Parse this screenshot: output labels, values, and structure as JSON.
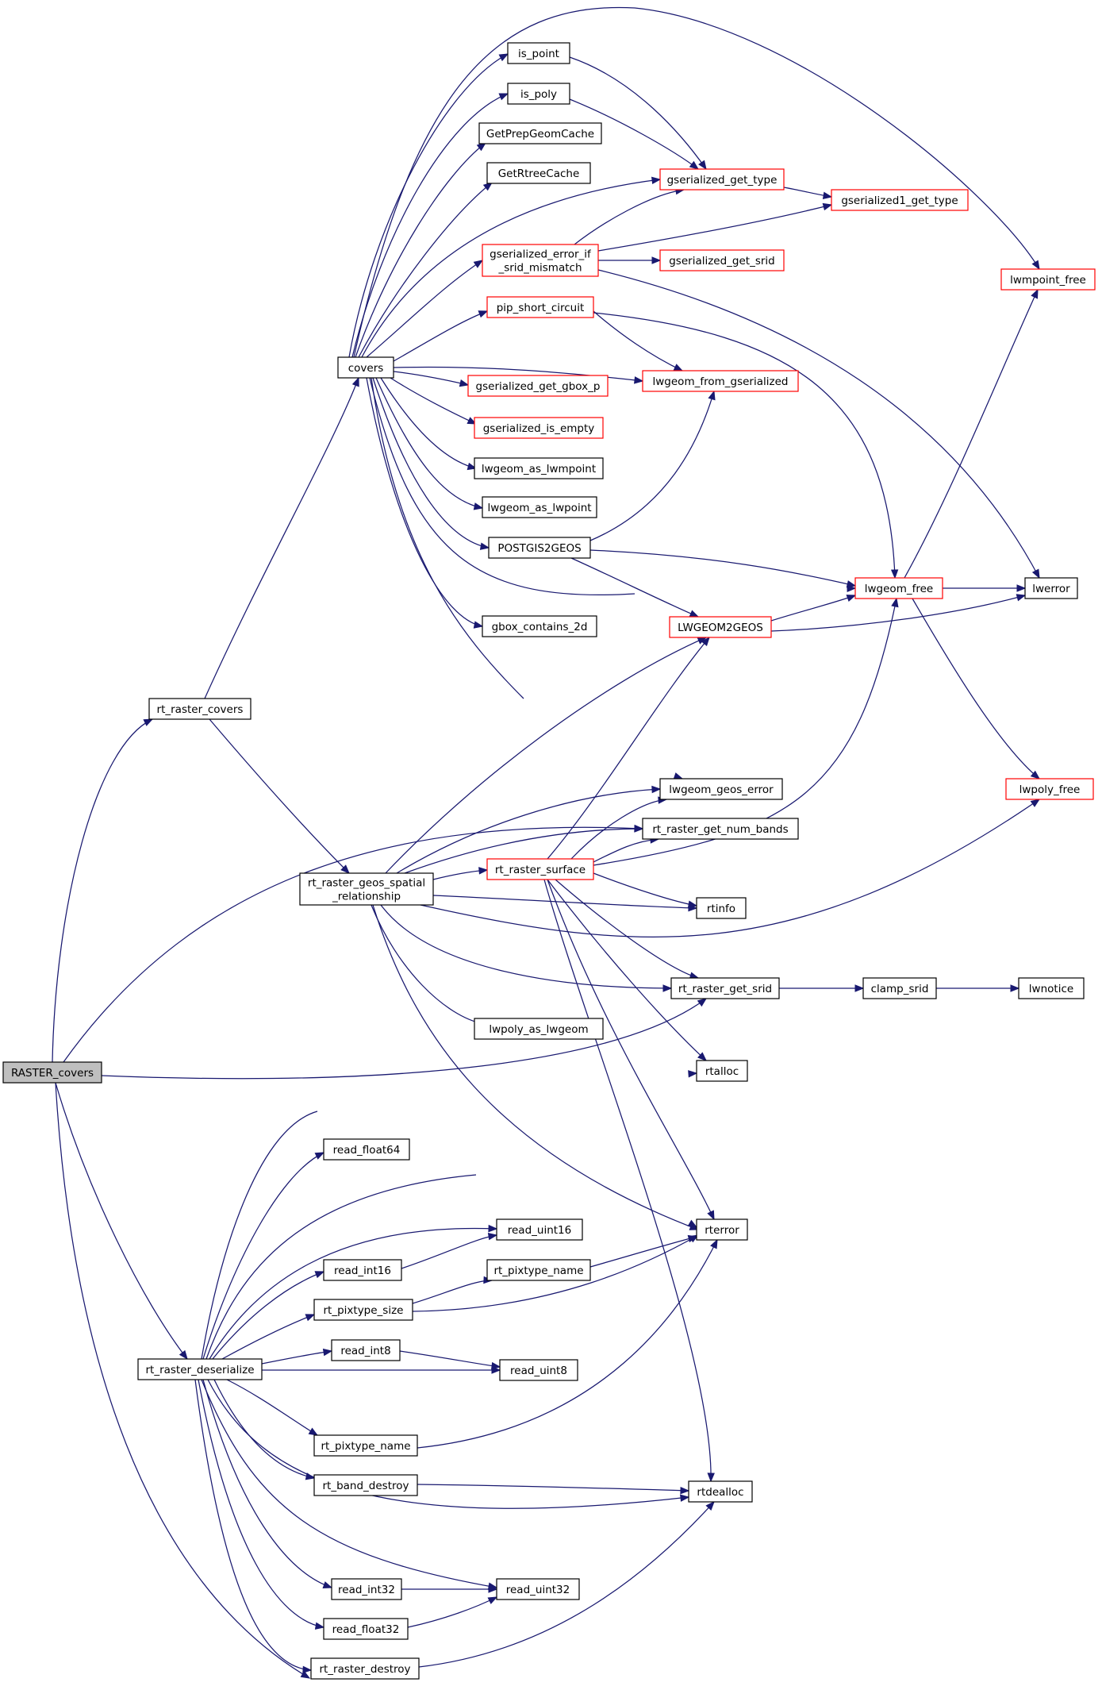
{
  "graph": {
    "nodes": [
      {
        "id": "raster_covers",
        "label": [
          "RASTER_covers"
        ],
        "style": "root"
      },
      {
        "id": "rt_raster_covers",
        "label": [
          "rt_raster_covers"
        ],
        "style": "normal"
      },
      {
        "id": "covers",
        "label": [
          "covers"
        ],
        "style": "normal"
      },
      {
        "id": "is_point",
        "label": [
          "is_point"
        ],
        "style": "normal"
      },
      {
        "id": "is_poly",
        "label": [
          "is_poly"
        ],
        "style": "normal"
      },
      {
        "id": "getprepgeomcache",
        "label": [
          "GetPrepGeomCache"
        ],
        "style": "normal"
      },
      {
        "id": "getrtreecache",
        "label": [
          "GetRtreeCache"
        ],
        "style": "normal"
      },
      {
        "id": "gserialized_get_type",
        "label": [
          "gserialized_get_type"
        ],
        "style": "red"
      },
      {
        "id": "gserialized1_get_type",
        "label": [
          "gserialized1_get_type"
        ],
        "style": "red"
      },
      {
        "id": "gserialized_error_if_srid_mismatch",
        "label": [
          "gserialized_error_if",
          "_srid_mismatch"
        ],
        "style": "red"
      },
      {
        "id": "gserialized_get_srid",
        "label": [
          "gserialized_get_srid"
        ],
        "style": "red"
      },
      {
        "id": "lwmpoint_free",
        "label": [
          "lwmpoint_free"
        ],
        "style": "red"
      },
      {
        "id": "pip_short_circuit",
        "label": [
          "pip_short_circuit"
        ],
        "style": "red"
      },
      {
        "id": "lwgeom_from_gserialized",
        "label": [
          "lwgeom_from_gserialized"
        ],
        "style": "red"
      },
      {
        "id": "gserialized_get_gbox_p",
        "label": [
          "gserialized_get_gbox_p"
        ],
        "style": "red"
      },
      {
        "id": "gserialized_is_empty",
        "label": [
          "gserialized_is_empty"
        ],
        "style": "red"
      },
      {
        "id": "lwgeom_as_lwmpoint",
        "label": [
          "lwgeom_as_lwmpoint"
        ],
        "style": "normal"
      },
      {
        "id": "lwgeom_as_lwpoint",
        "label": [
          "lwgeom_as_lwpoint"
        ],
        "style": "normal"
      },
      {
        "id": "postgis2geos",
        "label": [
          "POSTGIS2GEOS"
        ],
        "style": "normal"
      },
      {
        "id": "lwgeom_free",
        "label": [
          "lwgeom_free"
        ],
        "style": "red"
      },
      {
        "id": "lwerror",
        "label": [
          "lwerror"
        ],
        "style": "normal"
      },
      {
        "id": "gbox_contains_2d",
        "label": [
          "gbox_contains_2d"
        ],
        "style": "normal"
      },
      {
        "id": "lwgeom2geos",
        "label": [
          "LWGEOM2GEOS"
        ],
        "style": "red"
      },
      {
        "id": "lwgeom_geos_error",
        "label": [
          "lwgeom_geos_error"
        ],
        "style": "normal"
      },
      {
        "id": "lwpoly_free",
        "label": [
          "lwpoly_free"
        ],
        "style": "red"
      },
      {
        "id": "rt_raster_get_num_bands",
        "label": [
          "rt_raster_get_num_bands"
        ],
        "style": "normal"
      },
      {
        "id": "rt_raster_geos_spatial_relationship",
        "label": [
          "rt_raster_geos_spatial",
          "_relationship"
        ],
        "style": "normal"
      },
      {
        "id": "rt_raster_surface",
        "label": [
          "rt_raster_surface"
        ],
        "style": "red"
      },
      {
        "id": "rtinfo",
        "label": [
          "rtinfo"
        ],
        "style": "normal"
      },
      {
        "id": "rt_raster_get_srid",
        "label": [
          "rt_raster_get_srid"
        ],
        "style": "normal"
      },
      {
        "id": "clamp_srid",
        "label": [
          "clamp_srid"
        ],
        "style": "normal"
      },
      {
        "id": "lwnotice",
        "label": [
          "lwnotice"
        ],
        "style": "normal"
      },
      {
        "id": "lwpoly_as_lwgeom",
        "label": [
          "lwpoly_as_lwgeom"
        ],
        "style": "normal"
      },
      {
        "id": "rtalloc",
        "label": [
          "rtalloc"
        ],
        "style": "normal"
      },
      {
        "id": "read_float64",
        "label": [
          "read_float64"
        ],
        "style": "normal"
      },
      {
        "id": "rterror",
        "label": [
          "rterror"
        ],
        "style": "normal"
      },
      {
        "id": "read_uint16",
        "label": [
          "read_uint16"
        ],
        "style": "normal"
      },
      {
        "id": "read_int16",
        "label": [
          "read_int16"
        ],
        "style": "normal"
      },
      {
        "id": "rt_pixtype_name_a",
        "label": [
          "rt_pixtype_name"
        ],
        "style": "normal"
      },
      {
        "id": "rt_pixtype_size",
        "label": [
          "rt_pixtype_size"
        ],
        "style": "normal"
      },
      {
        "id": "read_int8",
        "label": [
          "read_int8"
        ],
        "style": "normal"
      },
      {
        "id": "rt_raster_deserialize",
        "label": [
          "rt_raster_deserialize"
        ],
        "style": "normal"
      },
      {
        "id": "read_uint8",
        "label": [
          "read_uint8"
        ],
        "style": "normal"
      },
      {
        "id": "rt_pixtype_name_b",
        "label": [
          "rt_pixtype_name"
        ],
        "style": "normal"
      },
      {
        "id": "rt_band_destroy",
        "label": [
          "rt_band_destroy"
        ],
        "style": "normal"
      },
      {
        "id": "rtdealloc",
        "label": [
          "rtdealloc"
        ],
        "style": "normal"
      },
      {
        "id": "read_int32",
        "label": [
          "read_int32"
        ],
        "style": "normal"
      },
      {
        "id": "read_uint32",
        "label": [
          "read_uint32"
        ],
        "style": "normal"
      },
      {
        "id": "read_float32",
        "label": [
          "read_float32"
        ],
        "style": "normal"
      },
      {
        "id": "rt_raster_destroy",
        "label": [
          "rt_raster_destroy"
        ],
        "style": "normal"
      }
    ],
    "edges": [
      {
        "from": "raster_covers",
        "to": "rt_raster_covers"
      },
      {
        "from": "raster_covers",
        "to": "rt_raster_get_num_bands"
      },
      {
        "from": "raster_covers",
        "to": "rt_raster_get_srid"
      },
      {
        "from": "raster_covers",
        "to": "rt_raster_deserialize"
      },
      {
        "from": "raster_covers",
        "to": "rt_raster_destroy"
      },
      {
        "from": "rt_raster_covers",
        "to": "covers"
      },
      {
        "from": "rt_raster_covers",
        "to": "rt_raster_geos_spatial_relationship"
      },
      {
        "from": "covers",
        "to": "is_point"
      },
      {
        "from": "covers",
        "to": "is_poly"
      },
      {
        "from": "covers",
        "to": "getprepgeomcache"
      },
      {
        "from": "covers",
        "to": "getrtreecache"
      },
      {
        "from": "covers",
        "to": "gserialized_get_type"
      },
      {
        "from": "covers",
        "to": "gserialized_error_if_srid_mismatch"
      },
      {
        "from": "covers",
        "to": "lwmpoint_free"
      },
      {
        "from": "covers",
        "to": "pip_short_circuit"
      },
      {
        "from": "covers",
        "to": "lwgeom_from_gserialized"
      },
      {
        "from": "covers",
        "to": "gserialized_get_gbox_p"
      },
      {
        "from": "covers",
        "to": "gserialized_is_empty"
      },
      {
        "from": "covers",
        "to": "lwgeom_as_lwmpoint"
      },
      {
        "from": "covers",
        "to": "lwgeom_as_lwpoint"
      },
      {
        "from": "covers",
        "to": "postgis2geos"
      },
      {
        "from": "covers",
        "to": "lwgeom_free"
      },
      {
        "from": "covers",
        "to": "gbox_contains_2d"
      },
      {
        "from": "covers",
        "to": "lwgeom_geos_error"
      },
      {
        "from": "is_point",
        "to": "gserialized_get_type"
      },
      {
        "from": "is_poly",
        "to": "gserialized_get_type"
      },
      {
        "from": "gserialized_get_type",
        "to": "gserialized1_get_type"
      },
      {
        "from": "gserialized_error_if_srid_mismatch",
        "to": "gserialized_get_type"
      },
      {
        "from": "gserialized_error_if_srid_mismatch",
        "to": "gserialized1_get_type"
      },
      {
        "from": "gserialized_error_if_srid_mismatch",
        "to": "gserialized_get_srid"
      },
      {
        "from": "gserialized_error_if_srid_mismatch",
        "to": "lwerror"
      },
      {
        "from": "pip_short_circuit",
        "to": "lwgeom_from_gserialized"
      },
      {
        "from": "pip_short_circuit",
        "to": "lwgeom_free"
      },
      {
        "from": "postgis2geos",
        "to": "lwgeom_from_gserialized"
      },
      {
        "from": "postgis2geos",
        "to": "lwgeom_free"
      },
      {
        "from": "postgis2geos",
        "to": "lwgeom2geos"
      },
      {
        "from": "lwgeom_free",
        "to": "lwerror"
      },
      {
        "from": "lwgeom_free",
        "to": "lwmpoint_free"
      },
      {
        "from": "lwgeom_free",
        "to": "lwpoly_free"
      },
      {
        "from": "lwgeom2geos",
        "to": "lwgeom_free"
      },
      {
        "from": "lwgeom2geos",
        "to": "lwerror"
      },
      {
        "from": "rt_raster_geos_spatial_relationship",
        "to": "lwgeom2geos"
      },
      {
        "from": "rt_raster_geos_spatial_relationship",
        "to": "lwgeom_geos_error"
      },
      {
        "from": "rt_raster_geos_spatial_relationship",
        "to": "rt_raster_get_num_bands"
      },
      {
        "from": "rt_raster_geos_spatial_relationship",
        "to": "rt_raster_surface"
      },
      {
        "from": "rt_raster_geos_spatial_relationship",
        "to": "rtinfo"
      },
      {
        "from": "rt_raster_geos_spatial_relationship",
        "to": "lwpoly_free"
      },
      {
        "from": "rt_raster_geos_spatial_relationship",
        "to": "rt_raster_get_srid"
      },
      {
        "from": "rt_raster_geos_spatial_relationship",
        "to": "lwpoly_as_lwgeom"
      },
      {
        "from": "rt_raster_geos_spatial_relationship",
        "to": "rterror"
      },
      {
        "from": "rt_raster_surface",
        "to": "lwgeom2geos"
      },
      {
        "from": "rt_raster_surface",
        "to": "lwgeom_geos_error"
      },
      {
        "from": "rt_raster_surface",
        "to": "rt_raster_get_num_bands"
      },
      {
        "from": "rt_raster_surface",
        "to": "lwgeom_free"
      },
      {
        "from": "rt_raster_surface",
        "to": "rtinfo"
      },
      {
        "from": "rt_raster_surface",
        "to": "rt_raster_get_srid"
      },
      {
        "from": "rt_raster_surface",
        "to": "rtalloc"
      },
      {
        "from": "rt_raster_surface",
        "to": "rterror"
      },
      {
        "from": "rt_raster_surface",
        "to": "rtdealloc"
      },
      {
        "from": "rt_raster_get_srid",
        "to": "clamp_srid"
      },
      {
        "from": "clamp_srid",
        "to": "lwnotice"
      },
      {
        "from": "rt_raster_deserialize",
        "to": "rtalloc"
      },
      {
        "from": "rt_raster_deserialize",
        "to": "read_float64"
      },
      {
        "from": "rt_raster_deserialize",
        "to": "rterror"
      },
      {
        "from": "rt_raster_deserialize",
        "to": "read_uint16"
      },
      {
        "from": "rt_raster_deserialize",
        "to": "read_int16"
      },
      {
        "from": "rt_raster_deserialize",
        "to": "rt_pixtype_size"
      },
      {
        "from": "rt_raster_deserialize",
        "to": "read_int8"
      },
      {
        "from": "rt_raster_deserialize",
        "to": "read_uint8"
      },
      {
        "from": "rt_raster_deserialize",
        "to": "rt_pixtype_name_b"
      },
      {
        "from": "rt_raster_deserialize",
        "to": "rt_band_destroy"
      },
      {
        "from": "rt_raster_deserialize",
        "to": "rtdealloc"
      },
      {
        "from": "rt_raster_deserialize",
        "to": "read_int32"
      },
      {
        "from": "rt_raster_deserialize",
        "to": "read_uint32"
      },
      {
        "from": "rt_raster_deserialize",
        "to": "read_float32"
      },
      {
        "from": "rt_raster_deserialize",
        "to": "rt_raster_destroy"
      },
      {
        "from": "read_int16",
        "to": "read_uint16"
      },
      {
        "from": "rt_pixtype_size",
        "to": "rt_pixtype_name_a"
      },
      {
        "from": "rt_pixtype_size",
        "to": "rterror"
      },
      {
        "from": "rt_pixtype_name_a",
        "to": "rterror"
      },
      {
        "from": "rt_pixtype_name_b",
        "to": "rterror"
      },
      {
        "from": "read_int8",
        "to": "read_uint8"
      },
      {
        "from": "rt_band_destroy",
        "to": "rtdealloc"
      },
      {
        "from": "read_int32",
        "to": "read_uint32"
      },
      {
        "from": "read_float32",
        "to": "read_uint32"
      },
      {
        "from": "rt_raster_destroy",
        "to": "rtdealloc"
      }
    ]
  }
}
